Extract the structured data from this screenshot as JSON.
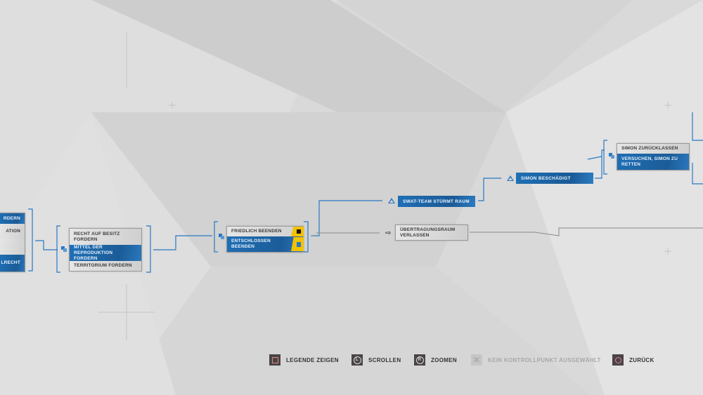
{
  "left_partial": {
    "rows": [
      "RDERN",
      "ATION",
      "",
      "LRECHT"
    ]
  },
  "choice_group_1": {
    "rows": [
      "RECHT AUF BESITZ FORDERN",
      "MITTEL DER REPRODUKTION FORDERN",
      "TERRITORIUM FORDERN"
    ],
    "selected_index": 1
  },
  "choice_group_2": {
    "rows": [
      "FRIEDLICH BEENDEN",
      "ENTSCHLOSSEN BEENDEN"
    ],
    "selected_index": 1
  },
  "nodes": {
    "swat": "SWAT-TEAM STÜRMT RAUM",
    "simon_damaged": "SIMON BESCHÄDIGT",
    "leave_room": "ÜBERTRAGUNGSRAUM VERLASSEN"
  },
  "choice_group_3": {
    "rows": [
      "SIMON ZURÜCKLASSEN",
      "VERSUCHEN, SIMON ZU RETTEN"
    ],
    "selected_index": 1
  },
  "legend": {
    "show_legend": "LEGENDE ZEIGEN",
    "scroll": "SCROLLEN",
    "zoom": "ZOOMEN",
    "no_checkpoint": "KEIN KONTROLLPUNKT AUSGEWÄHLT",
    "back": "ZURÜCK"
  },
  "colors": {
    "accent": "#1f6fb5",
    "lock": "#f2c200",
    "background": "#d9d9d9"
  }
}
